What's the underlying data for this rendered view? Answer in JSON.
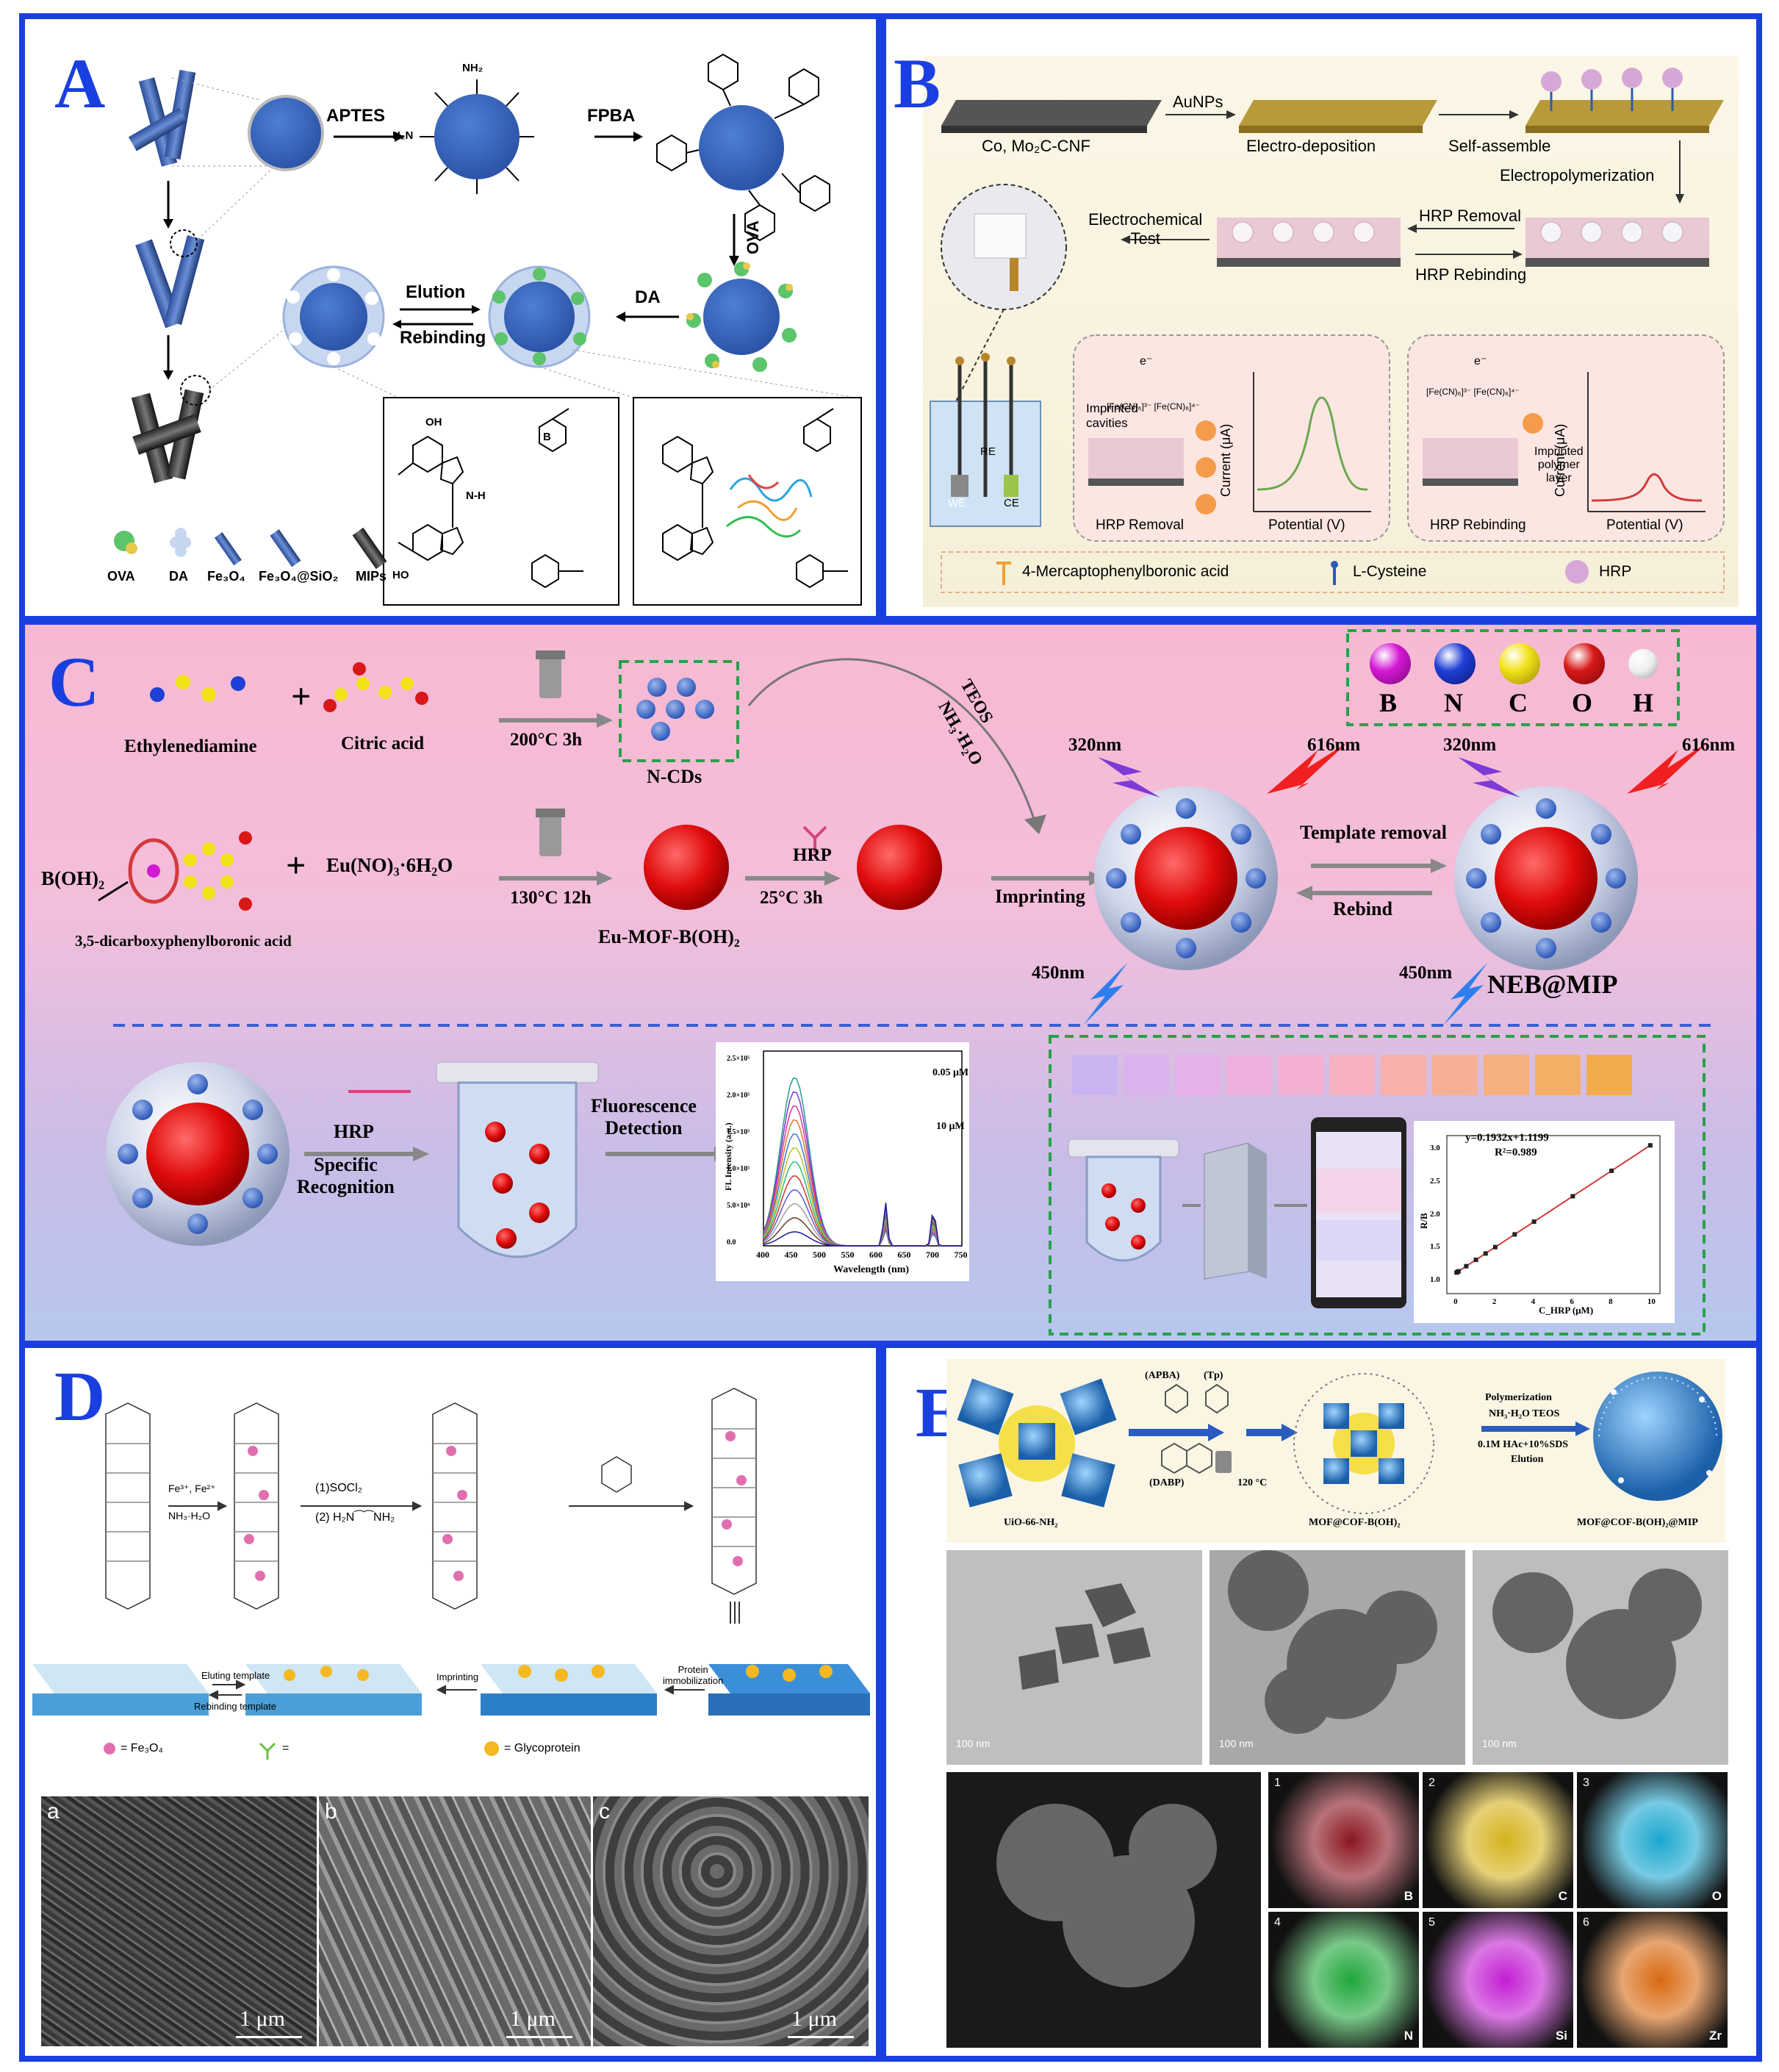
{
  "panels": {
    "A": {
      "letter": "A",
      "steps": {
        "aptes": "APTES",
        "fpba": "FPBA",
        "ova": "OVA",
        "da": "DA",
        "elution": "Elution",
        "rebinding": "Rebinding"
      },
      "groups": {
        "nh2": "NH₂",
        "h2n": "H₂N",
        "oh": "OH",
        "ho": "HO",
        "b": "B",
        "nh": "N-H"
      },
      "legend": [
        "OVA",
        "DA",
        "Fe₃O₄",
        "Fe₃O₄@SiO₂",
        "MIPs"
      ]
    },
    "B": {
      "letter": "B",
      "substrate": "Co, Mo₂C-CNF",
      "steps": {
        "aunps": "AuNPs",
        "electrodeposition": "Electro-deposition",
        "self_assemble": "Self-assemble",
        "electropolymerization": "Electropolymerization",
        "electrochemical_test": "Electrochemical\nTest",
        "hrp_removal": "HRP Removal",
        "hrp_rebinding": "HRP Rebinding"
      },
      "insets": {
        "imprinted_cavities": "Imprinted\ncavities",
        "imprinted_layer": "Imprinted\npolymer\nlayer",
        "current": "Current (μA)",
        "potential": "Potential (V)",
        "removal": "HRP Removal",
        "rebinding": "HRP Rebinding",
        "redox": "[Fe(CN)₆]³⁻ [Fe(CN)₆]⁴⁻",
        "e": "e⁻"
      },
      "electrodes": [
        "WE",
        "RE",
        "CE"
      ],
      "legend": [
        "4-Mercaptophenylboronic acid",
        "L-Cysteine",
        "HRP"
      ]
    },
    "C": {
      "letter": "C",
      "reagents": {
        "ethylenediamine": "Ethylenediamine",
        "citric_acid": "Citric acid",
        "ncds": "N-CDs",
        "boronic": "3,5-dicarboxyphenylboronic acid",
        "boh2": "B(OH)₂",
        "eu": "Eu(NO)₃·6H₂O",
        "eumof": "Eu-MOF-B(OH)₂",
        "plus": "+"
      },
      "conditions": {
        "c200": "200°C 3h",
        "c130": "130°C 12h",
        "hrp25": "HRP",
        "c25": "25°C 3h",
        "teos": "TEOS",
        "nh3": "NH₃·H₂O",
        "imprinting": "Imprinting",
        "template_removal": "Template removal",
        "rebind": "Rebind"
      },
      "wavelengths": {
        "ex": "320nm",
        "em1": "616nm",
        "em2": "450nm"
      },
      "product": "NEB@MIP",
      "elements": [
        "B",
        "N",
        "C",
        "O",
        "H"
      ],
      "element_colors": [
        "#d418d4",
        "#1f3fd6",
        "#f2e21a",
        "#d81818",
        "#f4f4f4"
      ],
      "recognition": {
        "hrp": "HRP",
        "specific": "Specific\nRecognition",
        "fluor": "Fluorescence\nDetection"
      },
      "spectrum": {
        "xlabel": "Wavelength (nm)",
        "ylabel": "FL Intensity (a.u.)",
        "top": "0.05 μM",
        "bottom": "10 μM",
        "xticks": [
          "400",
          "450",
          "500",
          "550",
          "600",
          "650",
          "700",
          "750"
        ],
        "yticks": [
          "0.0",
          "5.0×10⁴",
          "1.0×10⁵",
          "1.5×10⁵",
          "2.0×10⁵",
          "2.5×10⁵"
        ]
      },
      "calib": {
        "eq": "y=0.1932x+1.1199",
        "r2": "R²=0.989",
        "xlabel": "C_HRP (μM)",
        "ylabel": "R/B",
        "xticks": [
          "0",
          "2",
          "4",
          "6",
          "8",
          "10"
        ],
        "yticks": [
          "1.0",
          "1.5",
          "2.0",
          "2.5",
          "3.0"
        ]
      },
      "swatches": [
        "#c9b4f0",
        "#d9b2ee",
        "#e6b0e8",
        "#efb0de",
        "#f4b0d2",
        "#f6b0c0",
        "#f7b0aa",
        "#f7b095",
        "#f6b07e",
        "#f4ae66",
        "#f2ac4e"
      ]
    },
    "D": {
      "letter": "D",
      "reagents": {
        "fe": "Fe³⁺, Fe²⁺",
        "nh3": "NH₃·H₂O",
        "socl2": "(1)SOCl₂",
        "en": "(2) H₂N⁀⁀NH₂"
      },
      "steps": {
        "eluting": "Eluting template",
        "rebinding": "Rebinding template",
        "imprinting": "Imprinting",
        "protein": "Protein\nimmobilization"
      },
      "legend": {
        "fe3o4": "= Fe₃O₄",
        "boronic": "=",
        "glyco": "= Glycoprotein"
      },
      "sem": [
        {
          "label": "a",
          "scale": "1 μm"
        },
        {
          "label": "b",
          "scale": "1 μm"
        },
        {
          "label": "c",
          "scale": "1 μm"
        }
      ]
    },
    "E": {
      "letter": "E",
      "reagents": {
        "apba": "(APBA)",
        "tp": "(Tp)",
        "dabp": "(DABP)",
        "temp": "120 °C",
        "poly": "Polymerization",
        "teos": "NH₃·H₂O TEOS",
        "elution": "0.1M HAc+10%SDS",
        "elution2": "Elution"
      },
      "products": {
        "uio": "UiO-66-NH₂",
        "mofcof": "MOF@COF-B(OH)₂",
        "mip": "MOF@COF-B(OH)₂@MIP"
      },
      "tem_scale": "100 nm",
      "maps": [
        {
          "n": "1",
          "el": "B",
          "color": "#8a1520"
        },
        {
          "n": "2",
          "el": "C",
          "color": "#d6b21c"
        },
        {
          "n": "3",
          "el": "O",
          "color": "#1aa7d0"
        },
        {
          "n": "4",
          "el": "N",
          "color": "#1fa63a"
        },
        {
          "n": "5",
          "el": "Si",
          "color": "#c21ed2"
        },
        {
          "n": "6",
          "el": "Zr",
          "color": "#d86a12"
        }
      ]
    }
  }
}
